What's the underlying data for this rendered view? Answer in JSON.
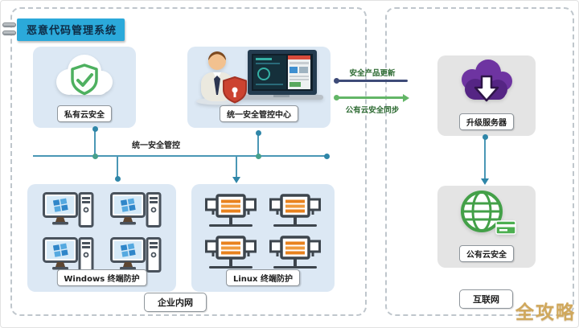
{
  "title": "恶意代码管理系统",
  "zones": {
    "intranet": "企业内网",
    "internet": "互联网"
  },
  "nodes": {
    "private_cloud": "私有云安全",
    "control_center": "统一安全管控中心",
    "upgrade_server": "升级服务器",
    "public_cloud": "公有云安全",
    "windows_endpoints": "Windows 终端防护",
    "linux_endpoints": "Linux 终端防护"
  },
  "links": {
    "bus": "统一安全管控",
    "product_update": "安全产品更新",
    "cloud_sync": "公有云安全同步"
  },
  "watermark": "全攻略",
  "colors": {
    "title_bg": "#2BA9DA",
    "panel_blue": "#DCE8F4",
    "panel_gray": "#E4E4E4",
    "connector": "#4A97B5",
    "update_line": "#3E4B78",
    "sync_line": "#63B667",
    "link_label_text": "#2E6B33",
    "watermark_text": "#D0A85C"
  }
}
